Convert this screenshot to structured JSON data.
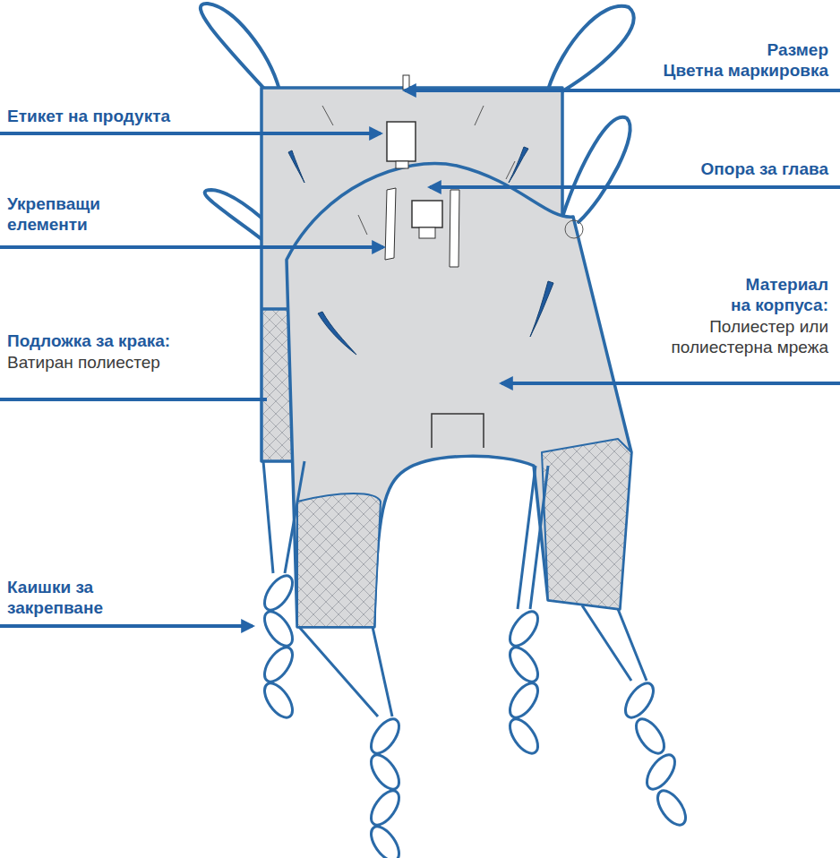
{
  "diagram": {
    "labels": [
      "Размер",
      "Цветна маркировка",
      "Етикет на продукта",
      "Опора за глава",
      "Укрепващи елементи",
      "Материал на корпуса:",
      "Полиестер или полиестерна мрежа",
      "Подложка за крака:",
      "Ватиран полиестер",
      "Каишки за закрепване"
    ]
  }
}
